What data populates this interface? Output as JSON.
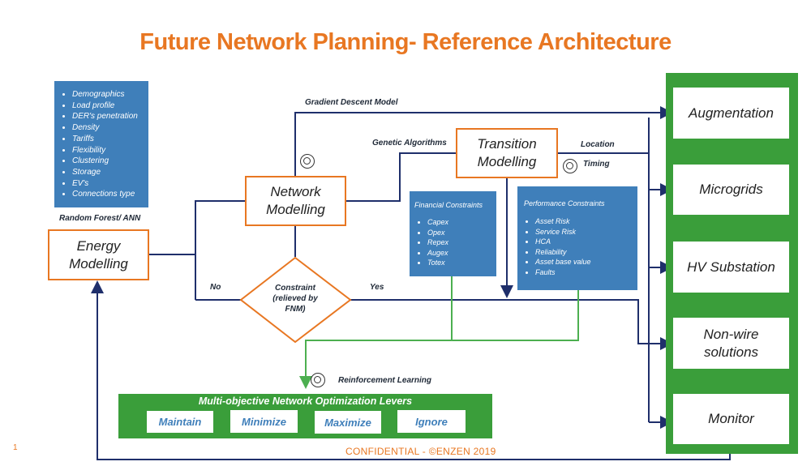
{
  "title": "Future Network Planning- Reference Architecture",
  "inputs": {
    "items": [
      "Demographics",
      "Load profile",
      "DER's penetration",
      "Density",
      "Tariffs",
      "Flexibility",
      "Clustering",
      "Storage",
      "EV's",
      "Connections type"
    ]
  },
  "labels": {
    "random_forest": "Random Forest/ ANN",
    "gradient_descent": "Gradient Descent Model",
    "genetic_algorithms": "Genetic Algorithms",
    "location": "Location",
    "timing": "Timing",
    "no": "No",
    "yes": "Yes",
    "reinforcement_learning": "Reinforcement Learning"
  },
  "nodes": {
    "energy_modelling": "Energy Modelling",
    "network_modelling": "Network Modelling",
    "transition_modelling": "Transition Modelling",
    "constraint": "Constraint (relieved by FNM)"
  },
  "financial": {
    "title": "Financial Constraints",
    "items": [
      "Capex",
      "Opex",
      "Repex",
      "Augex",
      "Totex"
    ]
  },
  "performance": {
    "title": "Performance Constraints",
    "items": [
      "Asset Risk",
      "Service Risk",
      "HCA",
      "Reliability",
      "Asset base value",
      "Faults"
    ]
  },
  "outcomes": [
    "Augmentation",
    "Microgrids",
    "HV Substation",
    "Non-wire solutions",
    "Monitor"
  ],
  "optimization": {
    "title": "Multi-objective  Network Optimization Levers",
    "levers": [
      "Maintain",
      "Minimize",
      "Maximize",
      "Ignore"
    ]
  },
  "footer": {
    "page_number": "1",
    "confidential": "CONFIDENTIAL - ©ENZEN 2019"
  },
  "colors": {
    "orange": "#e87722",
    "blue": "#3f7fba",
    "green": "#3a9e3a",
    "navy": "#1f2f6b",
    "line_green": "#4caf50"
  }
}
